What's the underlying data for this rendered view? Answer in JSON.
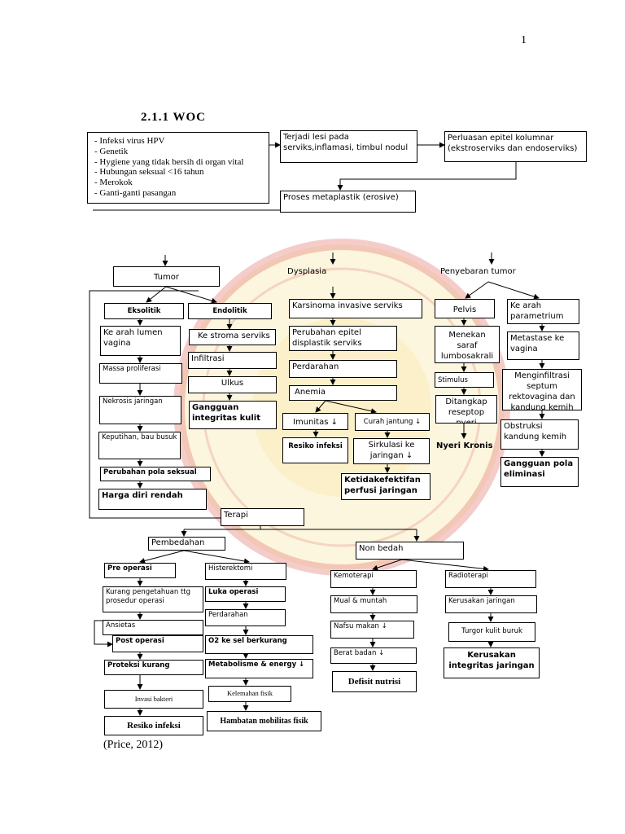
{
  "page_number": "1",
  "section_title": "2.1.1 WOC",
  "citation": "(Price, 2012)",
  "risk_factors": [
    "Infeksi virus HPV",
    "Genetik",
    "Hygiene yang tidak bersih di organ vital",
    "Hubungan seksual <16 tahun",
    "Merokok",
    "Ganti-ganti pasangan"
  ],
  "nodes": {
    "lesi": "Terjadi lesi pada serviks,inflamasi, timbul nodul",
    "perluasan": "Perluasan epitel kolumnar (ekstroserviks dan endoserviks)",
    "metaplastik": "Proses metaplastik (erosive)",
    "tumor": "Tumor",
    "dysplasia": "Dysplasia",
    "penyebaran": "Penyebaran tumor",
    "eksolitik": "Eksolitik",
    "endolitik": "Endolitik",
    "lumen": "Ke arah lumen vagina",
    "stroma": "Ke stroma serviks",
    "massa": "Massa proliferasi",
    "infiltrasi": "Infiltrasi",
    "ulkus": "Ulkus",
    "nekrosis": "Nekrosis jaringan",
    "gangguan_integritas_kulit": "Gangguan integritas kulit",
    "keputihan": "Keputihan, bau busuk",
    "pola_seksual": "Perubahan pola seksual",
    "harga_diri": "Harga diri rendah",
    "karsinoma": "Karsinoma invasive serviks",
    "displastik": "Perubahan epitel displastik serviks",
    "perdarahan": "Perdarahan",
    "anemia": "Anemia",
    "imunitas": "Imunitas ↓",
    "curah_jantung": "Curah jantung ↓",
    "resiko_infeksi_small": "Resiko infeksi",
    "sirkulasi": "Sirkulasi ke jaringan ↓",
    "ketidakefektifan": "Ketidakefektifan perfusi jaringan",
    "pelvis": "Pelvis",
    "parametrium": "Ke arah parametrium",
    "menekan": "Menekan saraf lumbosakrali",
    "metastase": "Metastase ke vagina",
    "stimulus": "Stimulus",
    "menginfiltrasi": "Menginfiltrasi septum rektovagina dan kandung kemih",
    "ditangkap": "Ditangkap reseptop nyeri",
    "nyeri": "Nyeri Kronis",
    "obstruksi": "Obstruksi kandung kemih",
    "eliminasi": "Gangguan pola eliminasi",
    "terapi": "Terapi",
    "pembedahan": "Pembedahan",
    "non_bedah": "Non bedah",
    "pre_operasi": "Pre operasi",
    "histerektomi": "Histerektomi",
    "kemoterapi": "Kemoterapi",
    "radioterapi": "Radioterapi",
    "kurang_pengetahuan": "Kurang pengetahuan ttg prosedur operasi",
    "luka_operasi": "Luka operasi",
    "mual": "Mual & muntah",
    "kerusakan_jaringan": "Kerusakan jaringan",
    "ansietas": "Ansietas",
    "perdarahan2": "Perdarahan",
    "nafsu": "Nafsu makan ↓",
    "turgor": "Turgor kulit buruk",
    "post_operasi": "Post operasi",
    "o2": "O2 ke sel berkurang",
    "berat": "Berat badan ↓",
    "kerusakan_integritas": "Kerusakan integritas jaringan",
    "proteksi": "Proteksi kurang",
    "metabolisme": "Metabolisme & energy ↓",
    "defisit": "Defisit nutrisi",
    "invasi": "Invasi bakteri",
    "kelemahan": "Kelemahan fisik",
    "resiko_infeksi": "Resiko infeksi",
    "hambatan": "Hambatan mobilitas fisik"
  },
  "colors": {
    "line": "#000000",
    "watermark_red": "#e0706a",
    "watermark_yellow": "#f6e08a"
  }
}
